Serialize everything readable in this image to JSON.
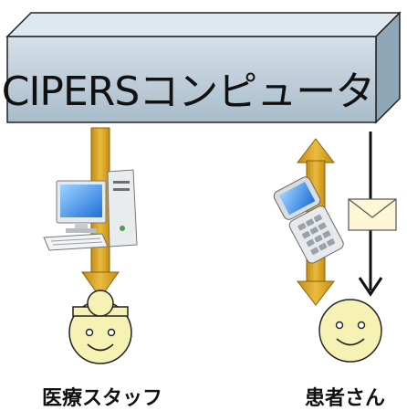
{
  "server": {
    "label": "CIPERSコンピュータ"
  },
  "actors": {
    "staff": {
      "label": "医療スタッフ"
    },
    "patient": {
      "label": "患者さん"
    }
  },
  "colors": {
    "server_front": "#b9cad6",
    "server_top": "#dfe8ef",
    "server_side": "#8fa6b6",
    "arrow_gold": "#d9a427",
    "face": "#f6f2b4",
    "black_arrow": "#111111"
  },
  "icons": {
    "staff_device": "desktop-computer-icon",
    "patient_device": "mobile-phone-icon",
    "message": "envelope-icon"
  }
}
